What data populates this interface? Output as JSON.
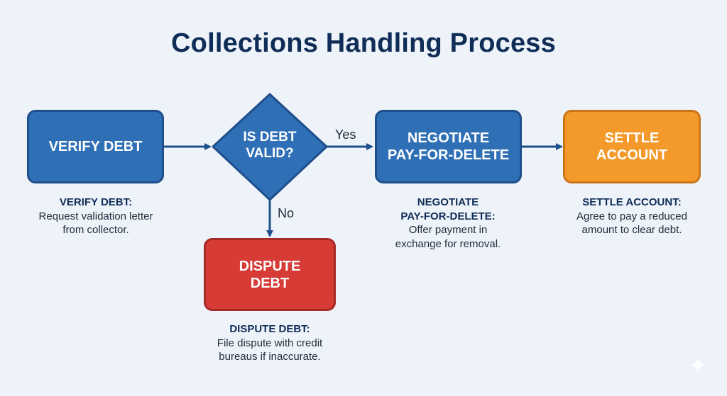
{
  "title": "Collections Handling Process",
  "nodes": {
    "verify": {
      "label": "VERIFY DEBT",
      "color": "#2f6fb6"
    },
    "decision": {
      "label": "IS DEBT\nVALID?",
      "color": "#2f6fb6"
    },
    "negotiate": {
      "label": "NEGOTIATE\nPAY-FOR-DELETE",
      "color": "#2f6fb6"
    },
    "settle": {
      "label": "SETTLE\nACCOUNT",
      "color": "#f39a2a"
    },
    "dispute": {
      "label": "DISPUTE\nDEBT",
      "color": "#d63b36"
    }
  },
  "branches": {
    "yes": "Yes",
    "no": "No"
  },
  "descriptions": {
    "verify": {
      "heading": "VERIFY DEBT:",
      "text": "Request validation letter\nfrom collector."
    },
    "negotiate": {
      "heading": "NEGOTIATE\nPAY-FOR-DELETE:",
      "text": "Offer payment in\nexchange for removal."
    },
    "settle": {
      "heading": "SETTLE ACCOUNT:",
      "text": "Agree to pay a reduced\namount to clear debt."
    },
    "dispute": {
      "heading": "DISPUTE DEBT:",
      "text": "File dispute with credit\nbureaus if inaccurate."
    }
  },
  "colors": {
    "primary": "#2f6fb6",
    "danger": "#d63b36",
    "success": "#f39a2a",
    "connector": "#1e4f8c",
    "title": "#0f2d57"
  }
}
